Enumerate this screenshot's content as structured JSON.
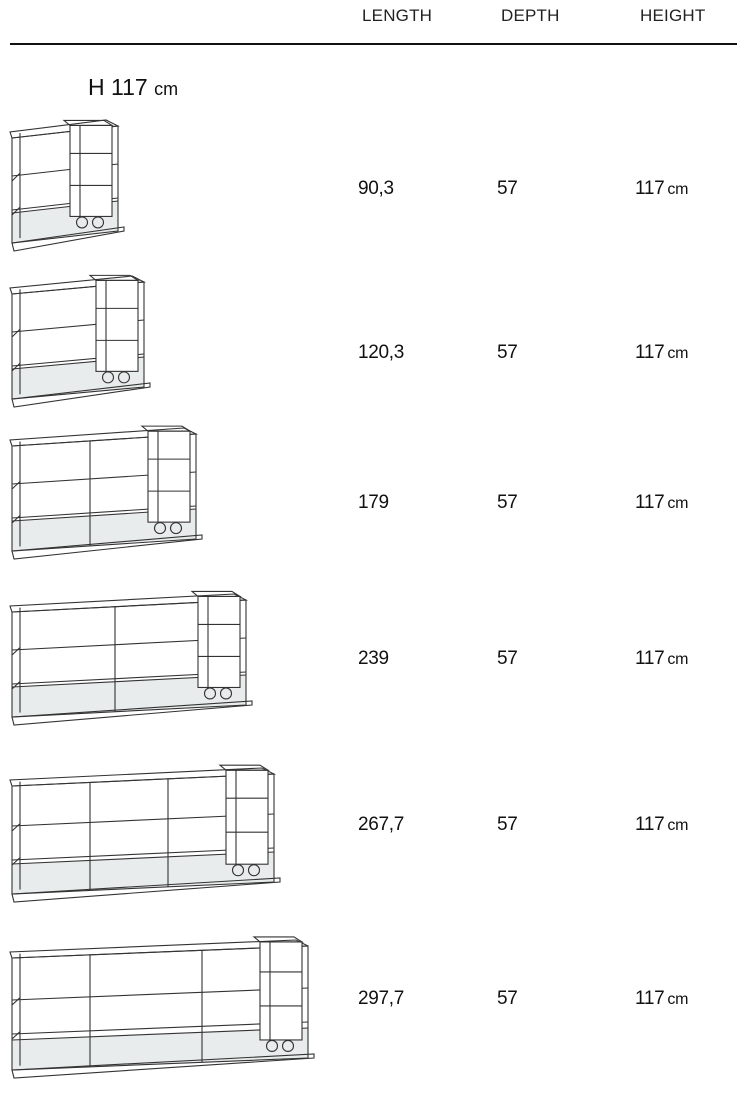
{
  "header": {
    "length": "LENGTH",
    "depth": "DEPTH",
    "height": "HEIGHT"
  },
  "section": {
    "prefix": "H",
    "value": "117",
    "unit": "cm"
  },
  "rows": [
    {
      "length": "90,3",
      "depth": "57",
      "height": "117",
      "unit": "cm"
    },
    {
      "length": "120,3",
      "depth": "57",
      "height": "117",
      "unit": "cm"
    },
    {
      "length": "179",
      "depth": "57",
      "height": "117",
      "unit": "cm"
    },
    {
      "length": "239",
      "depth": "57",
      "height": "117",
      "unit": "cm"
    },
    {
      "length": "267,7",
      "depth": "57",
      "height": "117",
      "unit": "cm"
    },
    {
      "length": "297,7",
      "depth": "57",
      "height": "117",
      "unit": "cm"
    }
  ]
}
